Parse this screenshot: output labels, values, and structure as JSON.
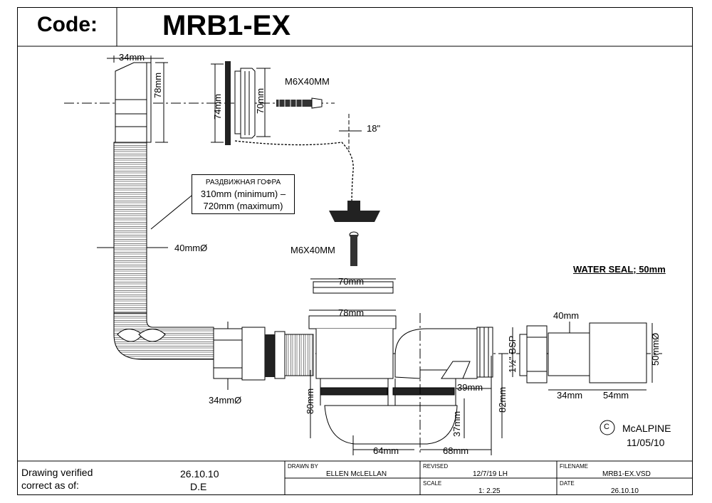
{
  "header": {
    "code_label": "Code:",
    "code_value": "MRB1-EX"
  },
  "dimensions": {
    "d34mm_top": "34mm",
    "d78mm_left": "78mm",
    "d74mm": "74mm",
    "d70mm_plate": "70mm",
    "screw_top": "M6X40MM",
    "chain_len": "18\"",
    "screw_bottom": "M6X40MM",
    "hose_dia": "40mmØ",
    "d34mm_dia": "34mmØ",
    "d70mm_waste": "70mm",
    "d78mm_waste": "78mm",
    "water_seal": "WATER SEAL; 50mm",
    "d40mm": "40mm",
    "bsp": "1½\" BSP",
    "d50mm_dia": "50mmØ",
    "d39mm": "39mm",
    "d34mm_right": "34mm",
    "d54mm": "54mm",
    "d80mm": "80mm",
    "d82mm": "82mm",
    "d37mm": "37mm",
    "d64mm": "64mm",
    "d68mm": "68mm"
  },
  "hose_note": {
    "line1": "РАЗДВИЖНАЯ ГОФРА",
    "line2": "310mm (minimum) –",
    "line3": "720mm (maximum)"
  },
  "brand": {
    "copyright_symbol": "C",
    "name": "McALPINE",
    "date": "11/05/10"
  },
  "title_block": {
    "verified_label_1": "Drawing verified",
    "verified_label_2": "correct as of:",
    "verified_date": "26.10.10",
    "verified_by": "D.E",
    "drawn_by_label": "DRAWN BY",
    "drawn_by_value": "ELLEN McLELLAN",
    "revised_label": "REVISED",
    "revised_value": "12/7/19 LH",
    "filename_label": "FILENAME",
    "filename_value": "MRB1-EX.VSD",
    "scale_label": "SCALE",
    "scale_value": "1: 2.25",
    "date_label": "DATE",
    "date_value": "26.10.10"
  }
}
